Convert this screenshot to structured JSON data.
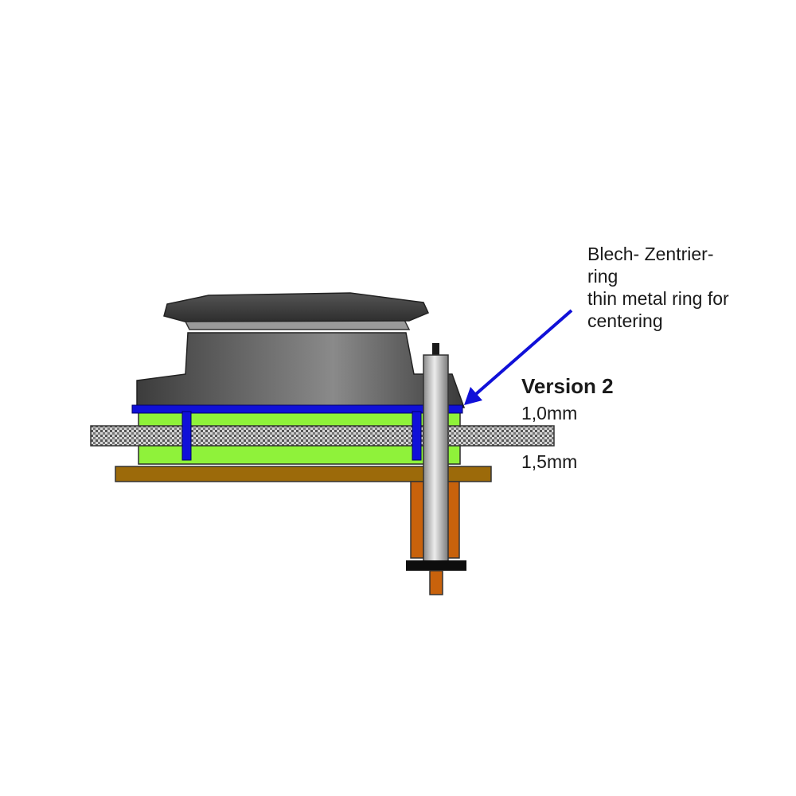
{
  "annotation": {
    "lines": [
      "Blech- Zentrier-",
      "ring",
      "thin metal ring for",
      "centering"
    ]
  },
  "version_label": "Version 2",
  "dimensions": {
    "upper": "1,0mm",
    "lower": "1,5mm"
  },
  "colors": {
    "metal_ring": "#1010d8",
    "pad": "#8ff23a",
    "base_board": "#9c6a0a",
    "post": "#c8620c",
    "speaker_body": "#5a5a5a",
    "pcb": "#c8c8c8"
  }
}
